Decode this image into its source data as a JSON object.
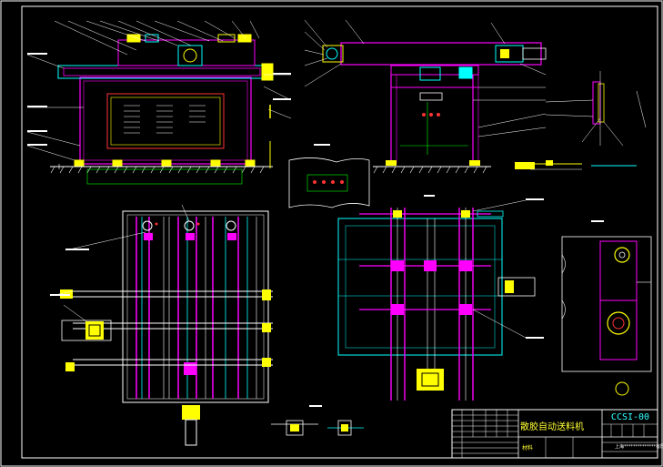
{
  "title_block": {
    "drawing_title": "散胶自动送料机",
    "drawing_code": "CCSI-00",
    "company": "上海**************有限公司",
    "material_label": "材料"
  },
  "colors": {
    "background": "#000000",
    "frame": "#ffffff",
    "magenta": "#ff00ff",
    "yellow": "#ffff00",
    "cyan": "#00ffff",
    "green": "#00ff00",
    "red": "#ff0000",
    "white": "#ffffff"
  },
  "views": [
    {
      "name": "front-elevation"
    },
    {
      "name": "side-elevation"
    },
    {
      "name": "detail-section"
    },
    {
      "name": "plan-view-left"
    },
    {
      "name": "plan-view-center"
    },
    {
      "name": "detail-view-right"
    },
    {
      "name": "small-detail-bottom"
    }
  ]
}
